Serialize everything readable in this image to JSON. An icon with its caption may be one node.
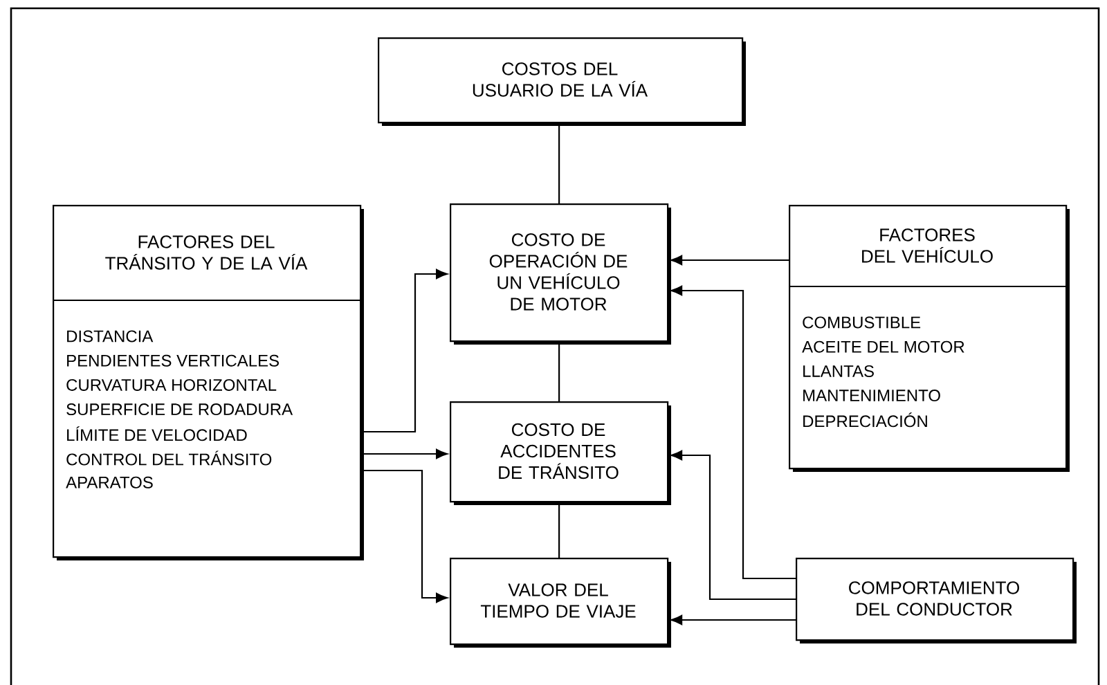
{
  "diagram": {
    "nodes": [
      {
        "text": [
          "COSTOS DEL USUARIO DE LA VÍA"
        ]
      },
      {
        "text": [
          "FACTORES DEL TRÁNSITO Y DE LA VÍA",
          "DISTANCIA",
          "PENDIENTES VERTICALES",
          "CURVATURA HORIZONTAL",
          "SUPERFICIE DE RODADURA",
          "LÍMITE DE VELOCIDAD",
          "CONTROL DEL TRÁNSITO",
          "APARATOS"
        ]
      },
      {
        "text": [
          "COSTO DE OPERACIÓN DE UN VEHÍCULO DE MOTOR"
        ]
      },
      {
        "text": [
          "FACTORES DEL VEHÍCULO",
          "COMBUSTIBLE",
          "ACEITE DEL MOTOR",
          "LLANTAS",
          "MANTENIMIENTO",
          "DEPRECIACIÓN"
        ]
      },
      {
        "text": [
          "COSTO DE ACCIDENTES DE TRÁNSITO"
        ]
      },
      {
        "text": [
          "VALOR DEL TIEMPO DE VIAJE"
        ]
      },
      {
        "text": [
          "COMPORTAMIENTO DEL CONDUCTOR"
        ]
      }
    ],
    "edges": [
      {
        "from": 0,
        "to": 2,
        "arrow": "none"
      },
      {
        "from": 2,
        "to": 4,
        "arrow": "none"
      },
      {
        "from": 4,
        "to": 5,
        "arrow": "none"
      },
      {
        "from": 1,
        "to": 2,
        "arrow": "to"
      },
      {
        "from": 1,
        "to": 4,
        "arrow": "to"
      },
      {
        "from": 1,
        "to": 5,
        "arrow": "to"
      },
      {
        "from": 3,
        "to": 2,
        "arrow": "to"
      },
      {
        "from": 6,
        "to": 2,
        "arrow": "to"
      },
      {
        "from": 6,
        "to": 4,
        "arrow": "to"
      },
      {
        "from": 6,
        "to": 5,
        "arrow": "to"
      }
    ]
  }
}
